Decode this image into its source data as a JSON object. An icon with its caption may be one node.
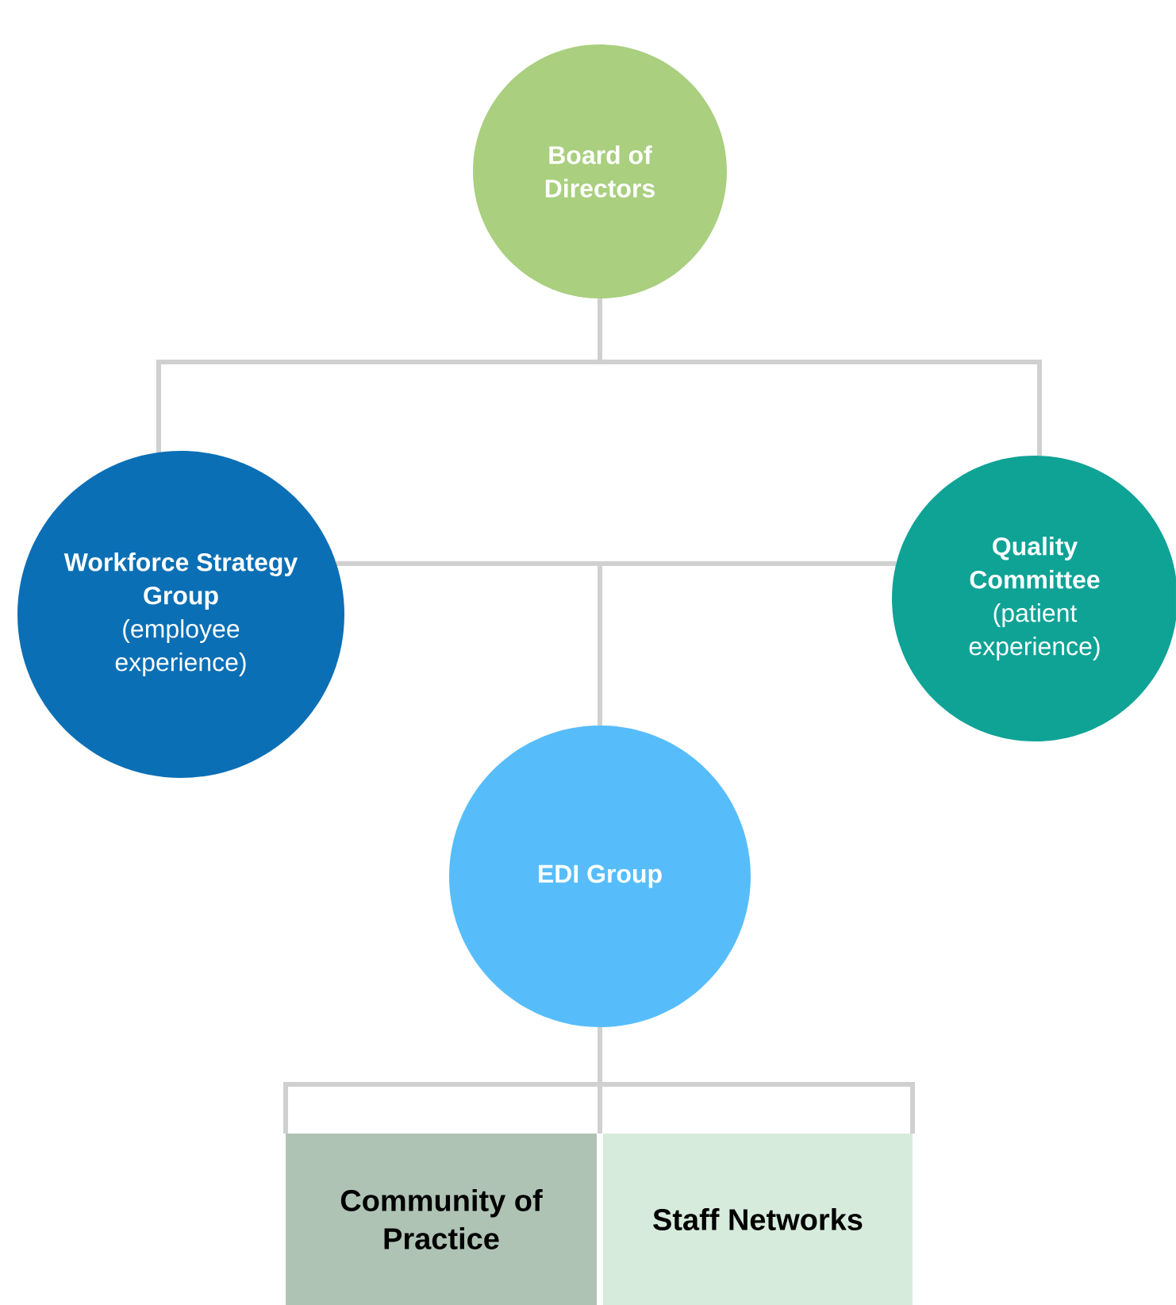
{
  "diagram": {
    "nodes": [
      {
        "text": [
          "Board of Directors"
        ]
      },
      {
        "text": [
          "Workforce Strategy Group",
          "(employee experience)"
        ]
      },
      {
        "text": [
          "Quality Committee",
          "(patient experience)"
        ]
      },
      {
        "text": [
          "EDI Group"
        ]
      },
      {
        "text": [
          "Community of Practice"
        ]
      },
      {
        "text": [
          "Staff Networks"
        ]
      }
    ],
    "edges": [
      {
        "from": 0,
        "to": 1,
        "arrow": "none"
      },
      {
        "from": 0,
        "to": 2,
        "arrow": "none"
      },
      {
        "from": 1,
        "to": 3,
        "arrow": "none"
      },
      {
        "from": 2,
        "to": 3,
        "arrow": "none"
      },
      {
        "from": 3,
        "to": 4,
        "arrow": "none"
      },
      {
        "from": 3,
        "to": 5,
        "arrow": "none"
      }
    ]
  }
}
